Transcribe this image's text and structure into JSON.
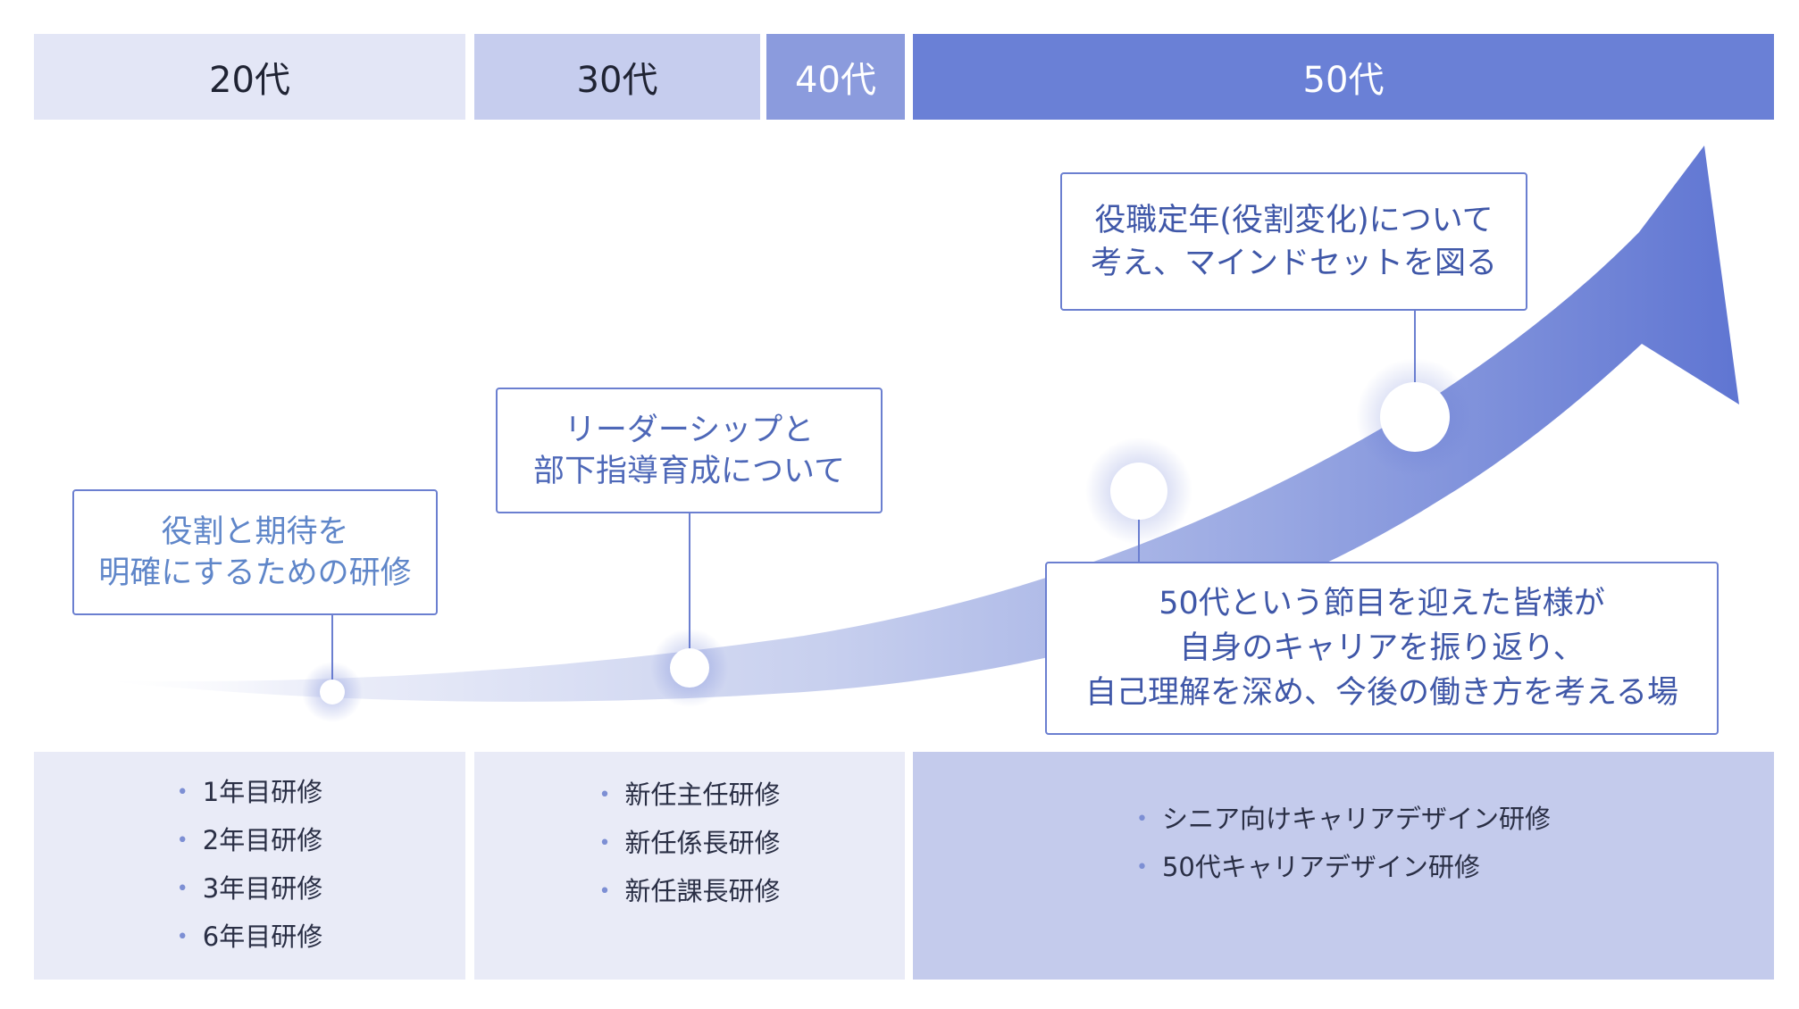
{
  "colors": {
    "age_20": "#e3e6f6",
    "age_30": "#c6cdee",
    "age_40": "#8b9bdd",
    "age_50": "#6a80d6",
    "panel_light": "#e9ebf7",
    "panel_mid": "#c4cbec",
    "callout_border": "#6b7fd0",
    "callout_text_light": "#5f86c9",
    "callout_text_mid": "#4e68b8",
    "callout_text_dark": "#3f57a8",
    "bullet": "#7d8fd4"
  },
  "age_bands": [
    {
      "label": "20代"
    },
    {
      "label": "30代"
    },
    {
      "label": "40代"
    },
    {
      "label": "50代"
    }
  ],
  "callouts": {
    "twenties": [
      "役割と期待を",
      "明確にするための研修"
    ],
    "thirties": [
      "リーダーシップと",
      "部下指導育成について"
    ],
    "fifties_top": [
      "役職定年(役割変化)について",
      "考え、マインドセットを図る"
    ],
    "fifties_bottom": [
      "50代という節目を迎えた皆様が",
      "自身のキャリアを振り返り、",
      "自己理解を深め、今後の働き方を考える場"
    ]
  },
  "trainings": {
    "twenties": [
      "1年目研修",
      "2年目研修",
      "3年目研修",
      "6年目研修"
    ],
    "thirties_forties": [
      "新任主任研修",
      "新任係長研修",
      "新任課長研修"
    ],
    "fifties": [
      "シニア向けキャリアデザイン研修",
      "50代キャリアデザイン研修"
    ]
  },
  "bullet_symbol": "•"
}
